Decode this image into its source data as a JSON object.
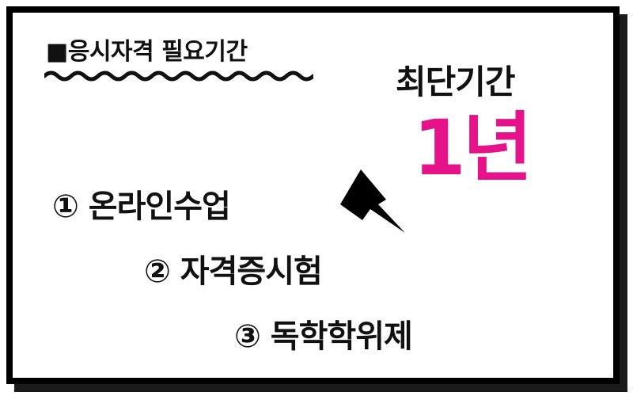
{
  "header": {
    "title": "■응시자격 필요기간"
  },
  "summary": {
    "label": "최단기간",
    "value": "1년",
    "value_color": "#e6128a"
  },
  "steps": [
    {
      "label": "① 온라인수업"
    },
    {
      "label": "② 자격증시험"
    },
    {
      "label": "③ 독학학위제"
    }
  ],
  "icons": {
    "header_underline": "wavy-underline",
    "direction": "arrow-up-left-icon"
  }
}
